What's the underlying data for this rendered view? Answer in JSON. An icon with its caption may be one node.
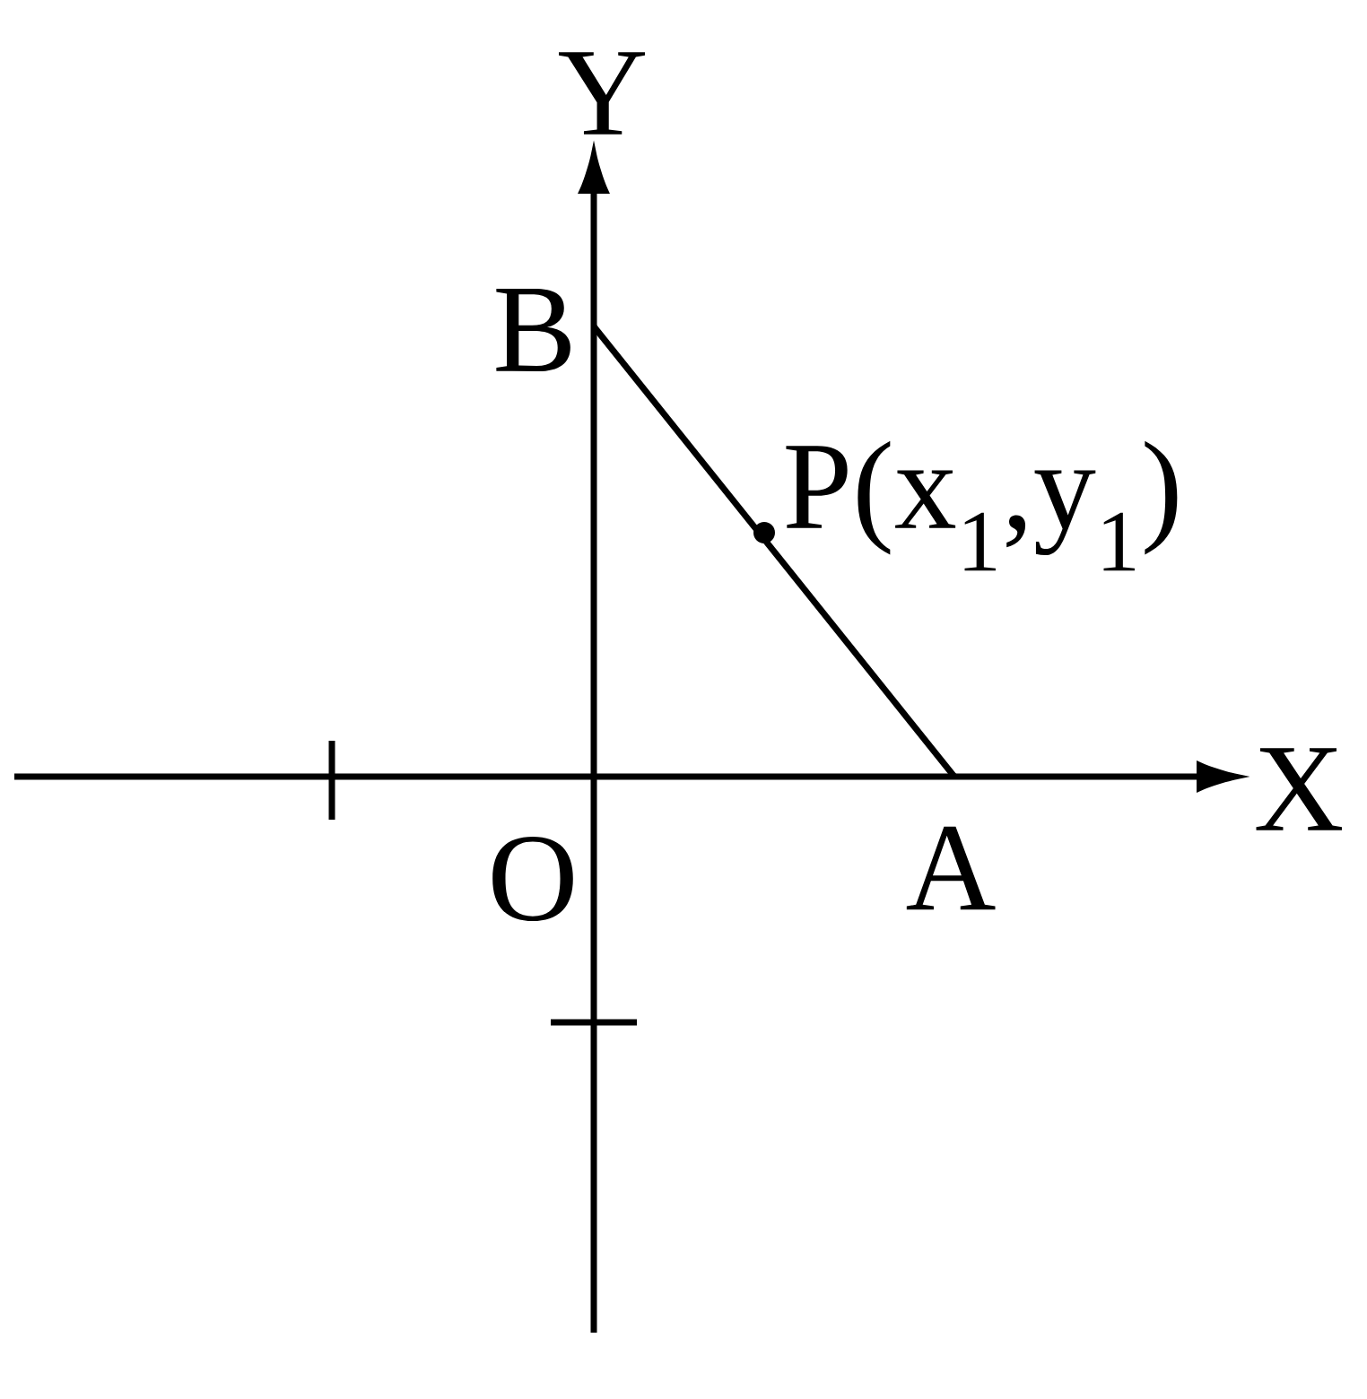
{
  "diagram": {
    "labels": [
      "Y",
      "B",
      "P(x$_{1}$,y$_{1}$)",
      "X",
      "O",
      "A"
    ]
  }
}
